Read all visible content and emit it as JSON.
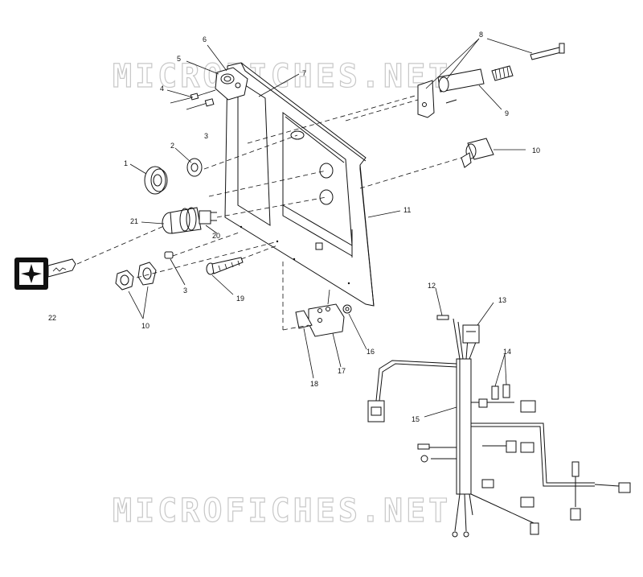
{
  "watermark": {
    "text": "MICROFICHES.NET"
  },
  "callouts": [
    {
      "id": "c1",
      "label": "1"
    },
    {
      "id": "c2",
      "label": "2"
    },
    {
      "id": "c3a",
      "label": "3"
    },
    {
      "id": "c3b",
      "label": "3"
    },
    {
      "id": "c4",
      "label": "4"
    },
    {
      "id": "c5",
      "label": "5"
    },
    {
      "id": "c6",
      "label": "6"
    },
    {
      "id": "c7",
      "label": "7"
    },
    {
      "id": "c8",
      "label": "8"
    },
    {
      "id": "c9",
      "label": "9"
    },
    {
      "id": "c10a",
      "label": "10"
    },
    {
      "id": "c10b",
      "label": "10"
    },
    {
      "id": "c11",
      "label": "11"
    },
    {
      "id": "c12",
      "label": "12"
    },
    {
      "id": "c13",
      "label": "13"
    },
    {
      "id": "c14",
      "label": "14"
    },
    {
      "id": "c15",
      "label": "15"
    },
    {
      "id": "c16",
      "label": "16"
    },
    {
      "id": "c17",
      "label": "17"
    },
    {
      "id": "c18",
      "label": "18"
    },
    {
      "id": "c19",
      "label": "19"
    },
    {
      "id": "c20",
      "label": "20"
    },
    {
      "id": "c21",
      "label": "21"
    },
    {
      "id": "c22",
      "label": "22"
    }
  ]
}
